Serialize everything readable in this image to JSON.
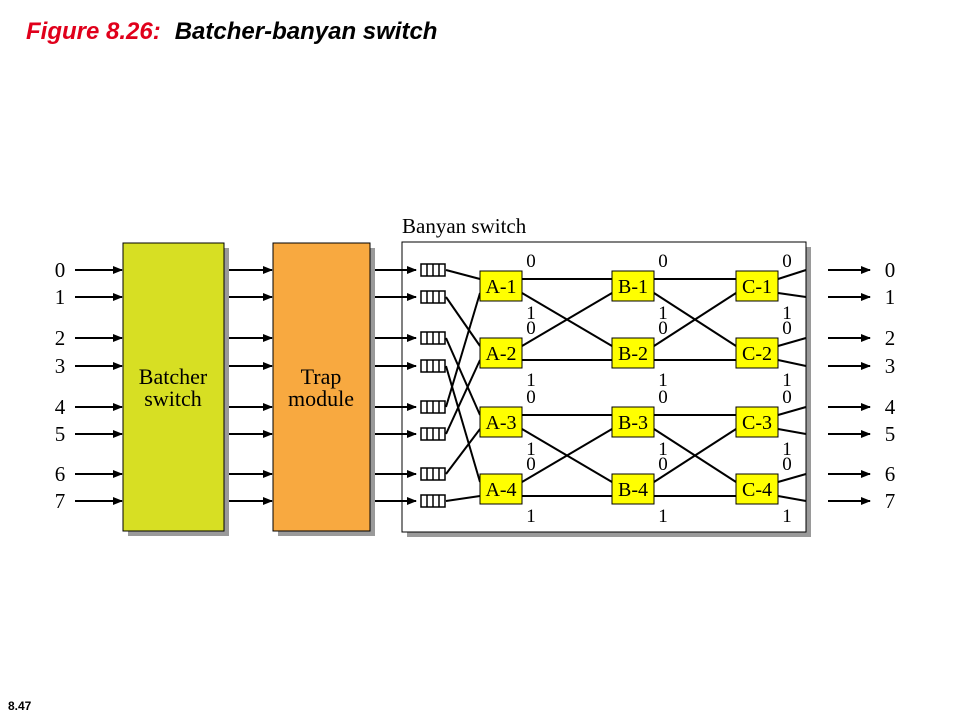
{
  "title": {
    "figure_label": "Figure 8.26:",
    "caption": "Batcher-banyan switch"
  },
  "slide_number": "8.47",
  "colors": {
    "batcher": "#d7df23",
    "trap": "#f8a940",
    "switch_box": "#ffff00",
    "figure_label": "#e0001b"
  },
  "batcher": {
    "label_line1": "Batcher",
    "label_line2": "switch"
  },
  "trap": {
    "label_line1": "Trap",
    "label_line2": "module"
  },
  "banyan": {
    "label": "Banyan switch",
    "switches": {
      "A": [
        "A-1",
        "A-2",
        "A-3",
        "A-4"
      ],
      "B": [
        "B-1",
        "B-2",
        "B-3",
        "B-4"
      ],
      "C": [
        "C-1",
        "C-2",
        "C-3",
        "C-4"
      ]
    },
    "out_bits": [
      "0",
      "1"
    ]
  },
  "ports": {
    "inputs": [
      "0",
      "1",
      "2",
      "3",
      "4",
      "5",
      "6",
      "7"
    ],
    "outputs": [
      "0",
      "1",
      "2",
      "3",
      "4",
      "5",
      "6",
      "7"
    ]
  },
  "icons": [
    "arrow-icon",
    "queue-icon"
  ]
}
